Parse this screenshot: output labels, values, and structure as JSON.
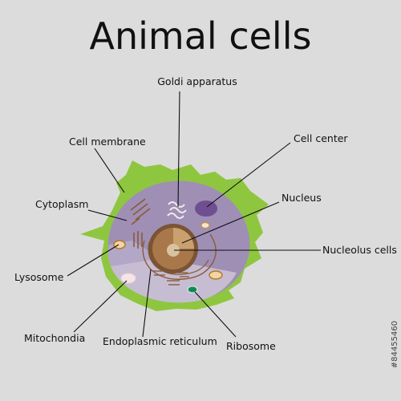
{
  "title": "Animal cells",
  "labels": {
    "golgi": "Goldi apparatus",
    "cell_center": "Cell center",
    "cell_membrane": "Cell membrane",
    "nucleus": "Nucleus",
    "cytoplasm": "Cytoplasm",
    "nucleolus": "Nucleolus cells",
    "lysosome": "Lysosome",
    "mitochondia": "Mitochondia",
    "endoplasmic_reticulum": "Endoplasmic reticulum",
    "ribosome": "Ribosome"
  },
  "watermark_id": "#84455460",
  "colors": {
    "background": "#dcdcdc",
    "membrane": "#8fc640",
    "cytoplasm_top": "#9f8fb5",
    "cytoplasm_bottom": "#c6bdd3",
    "nucleus_ring": "#7a5434",
    "nucleus_fill": "#a9784a",
    "nucleolus": "#d9c2a0",
    "cell_center": "#6f4f91",
    "ribosome": "#0f8a55",
    "organelle_lines": "#8a5a3a"
  }
}
